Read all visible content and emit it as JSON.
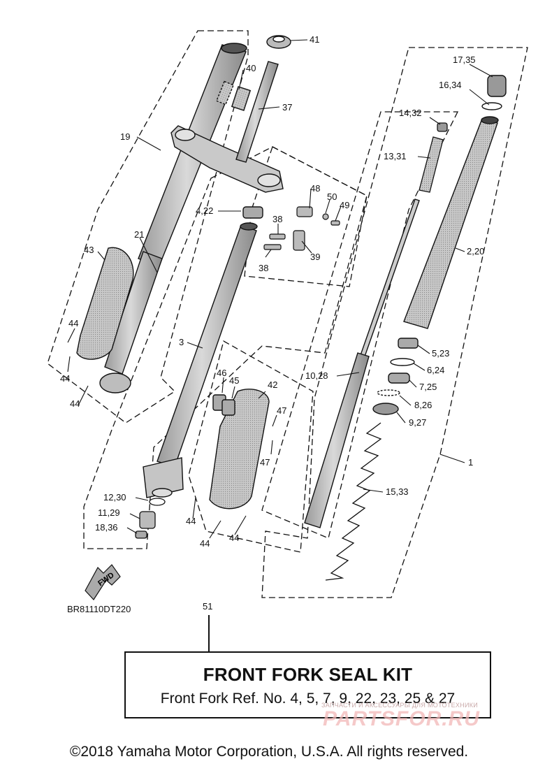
{
  "diagram": {
    "doc_id": "BR81110DT220",
    "fwd_label": "FWD",
    "callouts": {
      "c41": "41",
      "c40": "40",
      "c37": "37",
      "c19": "19",
      "c21": "21",
      "c43": "43",
      "c44a": "44",
      "c44b": "44",
      "c44c": "44",
      "c44d": "44",
      "c44e": "44",
      "c44f": "44",
      "c4_22": "4,22",
      "c38a": "38",
      "c38b": "38",
      "c39": "39",
      "c48": "48",
      "c50": "50",
      "c49": "49",
      "c3": "3",
      "c46": "46",
      "c45": "45",
      "c42": "42",
      "c47a": "47",
      "c47b": "47",
      "c12_30": "12,30",
      "c11_29": "11,29",
      "c18_36": "18,36",
      "c17_35": "17,35",
      "c16_34": "16,34",
      "c14_32": "14,32",
      "c13_31": "13,31",
      "c2_20": "2,20",
      "c5_23": "5,23",
      "c6_24": "6,24",
      "c7_25": "7,25",
      "c8_26": "8,26",
      "c9_27": "9,27",
      "c10_28": "10,28",
      "c15_33": "15,33",
      "c1": "1",
      "c51": "51"
    }
  },
  "kit": {
    "title": "FRONT FORK SEAL KIT",
    "subtitle": "Front Fork Ref. No. 4, 5, 7, 9, 22, 23, 25 & 27"
  },
  "watermark": {
    "small": "ЗАПЧАСТИ И АКСЕССУАРЫ ДЛЯ МОТОТЕХНИКИ",
    "big": "PARTSFOR.RU"
  },
  "copyright": "©2018 Yamaha Motor Corporation, U.S.A. All rights reserved."
}
